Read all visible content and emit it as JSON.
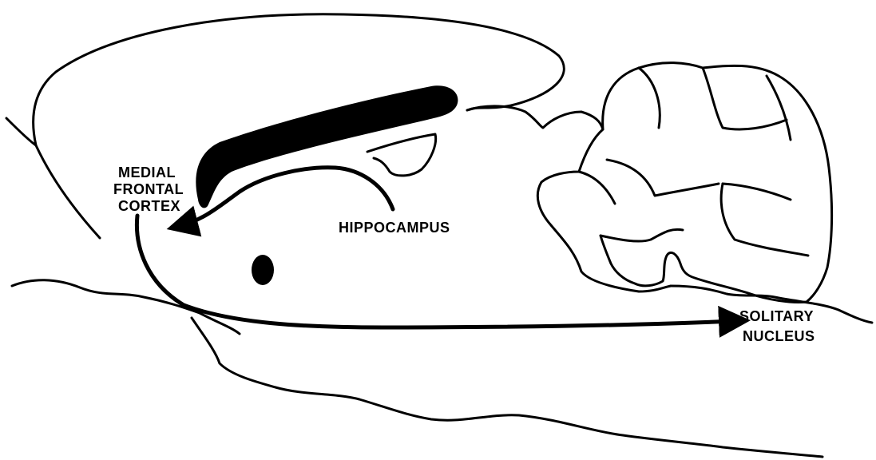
{
  "labels": {
    "medial_frontal_cortex": [
      "MEDIAL",
      "FRONTAL",
      "CORTEX"
    ],
    "hippocampus": "HIPPOCAMPUS",
    "solitary_nucleus": [
      "SOLITARY",
      "NUCLEUS"
    ]
  },
  "colors": {
    "ink": "#000000",
    "paper": "#ffffff"
  }
}
